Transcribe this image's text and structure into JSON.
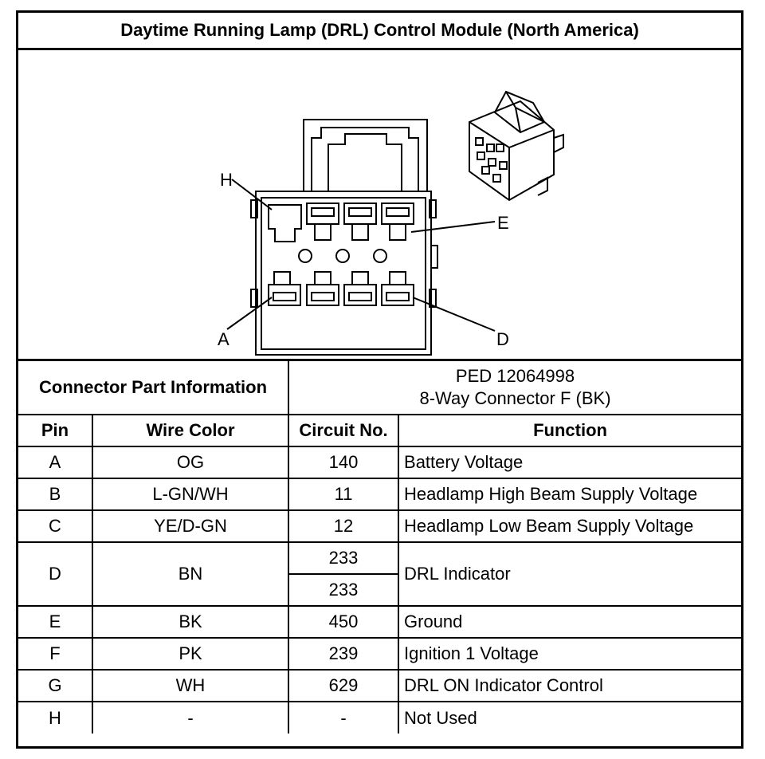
{
  "title": "Daytime Running Lamp (DRL) Control Module (North America)",
  "diagram": {
    "callouts": {
      "H": "H",
      "E": "E",
      "A": "A",
      "D": "D"
    }
  },
  "connector_info": {
    "label": "Connector Part Information",
    "line1": "PED 12064998",
    "line2": "8-Way Connector F (BK)"
  },
  "headers": {
    "pin": "Pin",
    "wire_color": "Wire Color",
    "circuit": "Circuit No.",
    "function": "Function"
  },
  "rows": [
    {
      "pin": "A",
      "wire": "OG",
      "circuit": "140",
      "function": "Battery Voltage"
    },
    {
      "pin": "B",
      "wire": "L-GN/WH",
      "circuit": "11",
      "function": "Headlamp High Beam Supply Voltage"
    },
    {
      "pin": "C",
      "wire": "YE/D-GN",
      "circuit": "12",
      "function": "Headlamp Low Beam Supply Voltage"
    },
    {
      "pin": "D",
      "wire": "BN",
      "circuit": "233",
      "circuit2": "233",
      "function": "DRL Indicator"
    },
    {
      "pin": "E",
      "wire": "BK",
      "circuit": "450",
      "function": "Ground"
    },
    {
      "pin": "F",
      "wire": "PK",
      "circuit": "239",
      "function": "Ignition 1 Voltage"
    },
    {
      "pin": "G",
      "wire": "WH",
      "circuit": "629",
      "function": "DRL ON Indicator Control"
    },
    {
      "pin": "H",
      "wire": "-",
      "circuit": "-",
      "function": "Not Used"
    }
  ]
}
